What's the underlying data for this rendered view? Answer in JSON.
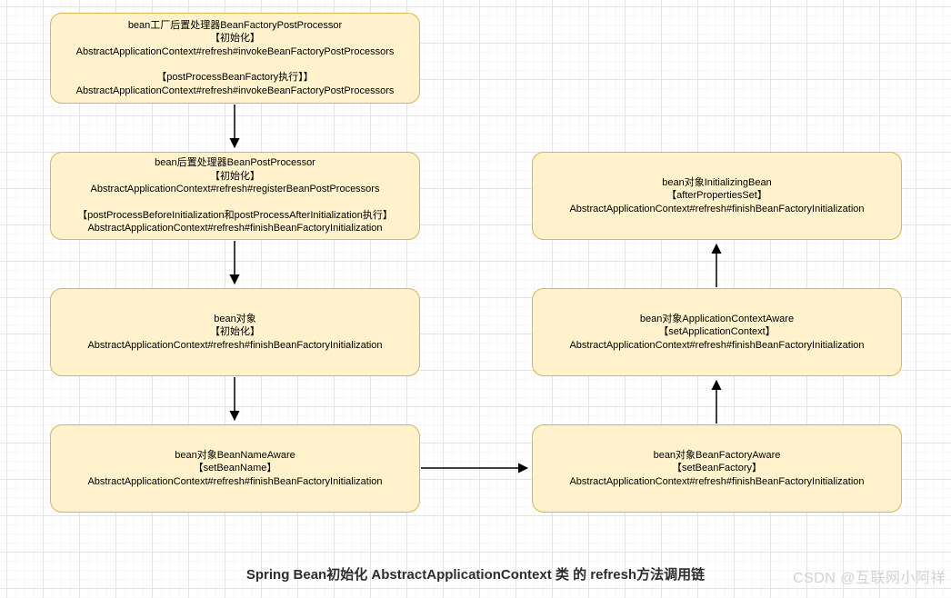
{
  "diagram": {
    "title": "Spring Bean初始化 AbstractApplicationContext 类 的 refresh方法调用链",
    "watermark": "CSDN @互联网小阿祥",
    "colors": {
      "node_fill": "#FFF2CC",
      "node_border": "#D6B656",
      "arrow": "#000000",
      "grid_major": "#e4e4e4",
      "grid_minor": "#f6f6f6",
      "title_color": "#2d2d2d",
      "watermark_color": "#d2d2d2"
    },
    "nodes": [
      {
        "id": "bean-factory-post-processor",
        "lines": [
          "bean工厂后置处理器BeanFactoryPostProcessor",
          "【初始化】",
          "AbstractApplicationContext#refresh#invokeBeanFactoryPostProcessors",
          "",
          "【postProcessBeanFactory执行】】",
          "AbstractApplicationContext#refresh#invokeBeanFactoryPostProcessors"
        ]
      },
      {
        "id": "bean-post-processor",
        "lines": [
          "bean后置处理器BeanPostProcessor",
          "【初始化】",
          "AbstractApplicationContext#refresh#registerBeanPostProcessors",
          "",
          "【postProcessBeforeInitialization和postProcessAfterInitialization执行】",
          "AbstractApplicationContext#refresh#finishBeanFactoryInitialization"
        ]
      },
      {
        "id": "bean-object",
        "lines": [
          "bean对象",
          "【初始化】",
          "AbstractApplicationContext#refresh#finishBeanFactoryInitialization"
        ]
      },
      {
        "id": "bean-name-aware",
        "lines": [
          "bean对象BeanNameAware",
          "【setBeanName】",
          "AbstractApplicationContext#refresh#finishBeanFactoryInitialization"
        ]
      },
      {
        "id": "initializing-bean",
        "lines": [
          "bean对象InitializingBean",
          "【afterPropertiesSet】",
          "AbstractApplicationContext#refresh#finishBeanFactoryInitialization"
        ]
      },
      {
        "id": "application-context-aware",
        "lines": [
          "bean对象ApplicationContextAware",
          "【setApplicationContext】",
          "AbstractApplicationContext#refresh#finishBeanFactoryInitialization"
        ]
      },
      {
        "id": "bean-factory-aware",
        "lines": [
          "bean对象BeanFactoryAware",
          "【setBeanFactory】",
          "AbstractApplicationContext#refresh#finishBeanFactoryInitialization"
        ]
      }
    ],
    "edges": [
      {
        "from": "bean-factory-post-processor",
        "to": "bean-post-processor",
        "direction": "down"
      },
      {
        "from": "bean-post-processor",
        "to": "bean-object",
        "direction": "down"
      },
      {
        "from": "bean-object",
        "to": "bean-name-aware",
        "direction": "down"
      },
      {
        "from": "bean-name-aware",
        "to": "bean-factory-aware",
        "direction": "right"
      },
      {
        "from": "bean-factory-aware",
        "to": "application-context-aware",
        "direction": "up"
      },
      {
        "from": "application-context-aware",
        "to": "initializing-bean",
        "direction": "up"
      }
    ]
  }
}
